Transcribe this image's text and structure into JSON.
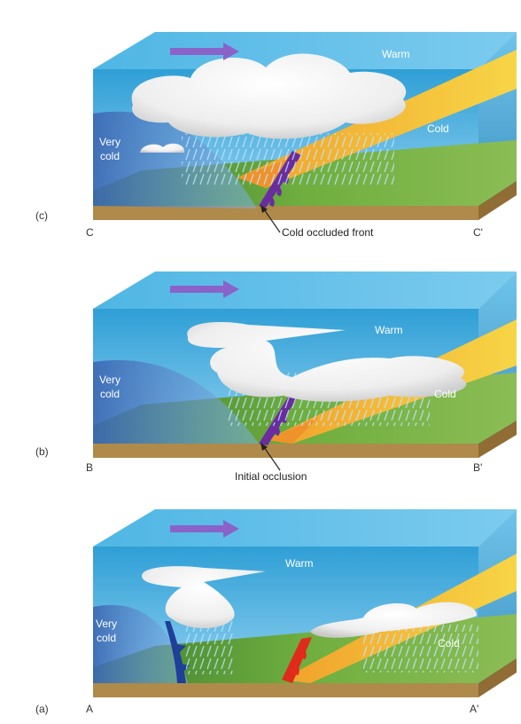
{
  "colors": {
    "sky_top": "#2f9fd6",
    "sky_bottom": "#8fd0ef",
    "very_cold_air": "#3f6fb8",
    "cold_air": "#f1c232",
    "warm_air_wedge": "#f0922b",
    "cold_front_blue": "#1f3f99",
    "warm_front_red": "#e02a1c",
    "occluded_purple": "#6a2c9e",
    "ground": "#5c9a3a",
    "soil": "#b08a4a",
    "arrow": "#8a63c9"
  },
  "panels": [
    {
      "id": "c",
      "letter": "(c)",
      "left_corner": "C",
      "right_corner": "C'",
      "warm_label": "Warm",
      "cold_label": "Cold",
      "very_cold_label": "Very\ncold",
      "callout": "Cold occluded front"
    },
    {
      "id": "b",
      "letter": "(b)",
      "left_corner": "B",
      "right_corner": "B'",
      "warm_label": "Warm",
      "cold_label": "Cold",
      "very_cold_label": "Very\ncold",
      "callout": "Initial occlusion"
    },
    {
      "id": "a",
      "letter": "(a)",
      "left_corner": "A",
      "right_corner": "A'",
      "warm_label": "Warm",
      "cold_label": "Cold",
      "very_cold_label": "Very\ncold",
      "callout": ""
    }
  ]
}
